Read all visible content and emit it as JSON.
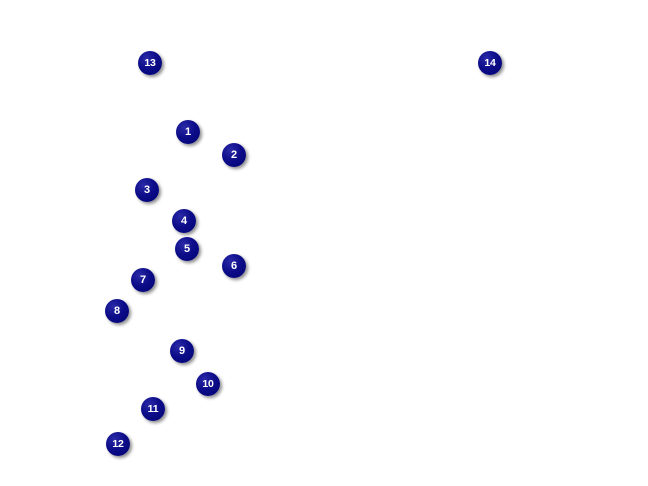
{
  "markers": [
    {
      "label": "1"
    },
    {
      "label": "2"
    },
    {
      "label": "3"
    },
    {
      "label": "4"
    },
    {
      "label": "5"
    },
    {
      "label": "6"
    },
    {
      "label": "7"
    },
    {
      "label": "8"
    },
    {
      "label": "9"
    },
    {
      "label": "10"
    },
    {
      "label": "11"
    },
    {
      "label": "12"
    },
    {
      "label": "13"
    },
    {
      "label": "14"
    }
  ],
  "colors": {
    "background": "#ffffff",
    "marker_fill": "#000080",
    "marker_text": "#ffffff"
  }
}
